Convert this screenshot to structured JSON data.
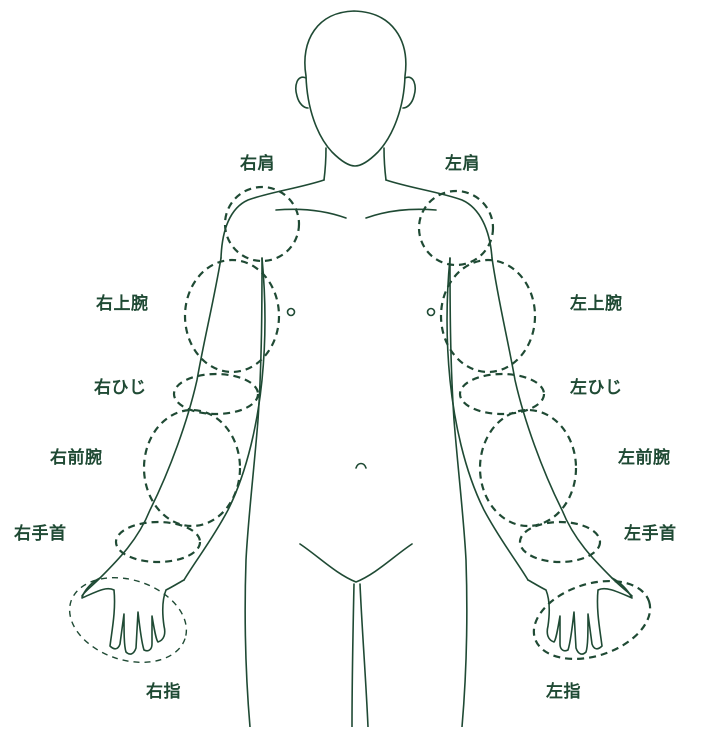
{
  "colors": {
    "ink": "#1f4a34",
    "background": "#ffffff"
  },
  "labels": {
    "right_shoulder": "右肩",
    "left_shoulder": "左肩",
    "right_upper_arm": "右上腕",
    "left_upper_arm": "左上腕",
    "right_elbow": "右ひじ",
    "left_elbow": "左ひじ",
    "right_forearm": "右前腕",
    "left_forearm": "左前腕",
    "right_wrist": "右手首",
    "left_wrist": "左手首",
    "right_fingers": "右指",
    "left_fingers": "左指"
  }
}
